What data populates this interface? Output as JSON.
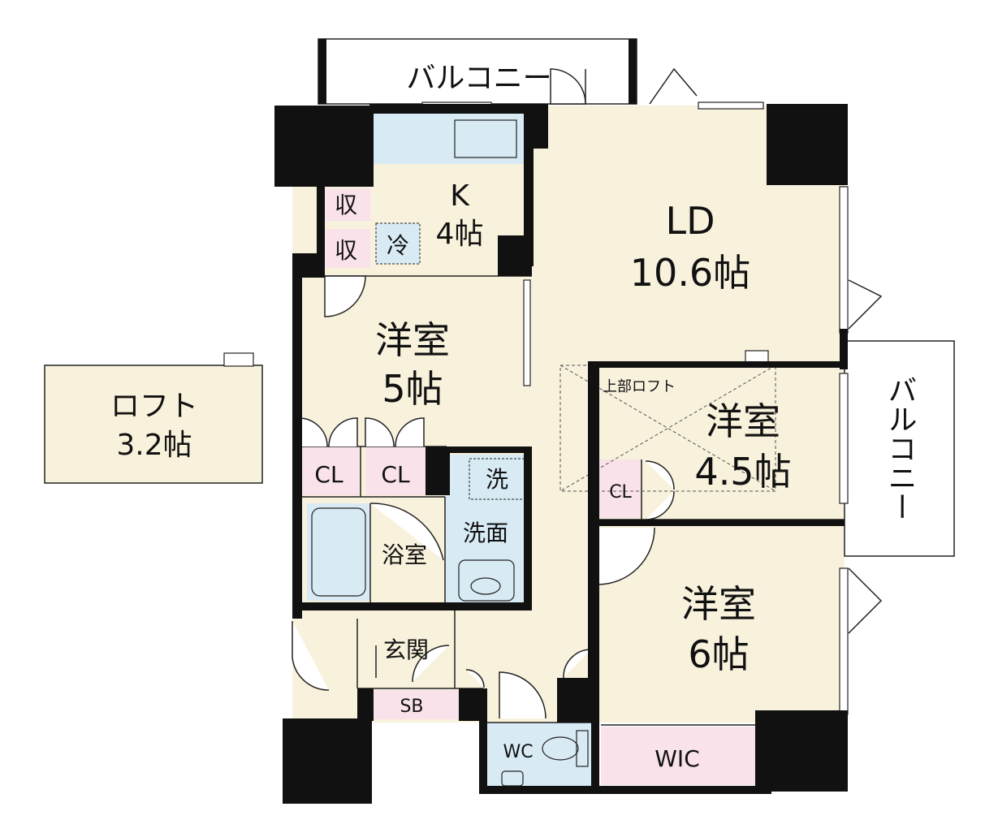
{
  "colors": {
    "floor": "#f8f1dc",
    "wet": "#d8eaf4",
    "storage": "#f9e2ea",
    "wall": "#111111"
  },
  "rooms": {
    "balcony_top": "バルコニー",
    "balcony_right": "バルコニー",
    "kitchen_name": "K",
    "kitchen_size": "4帖",
    "ld_name": "LD",
    "ld_size": "10.6帖",
    "storage_1": "収",
    "storage_2": "収",
    "fridge": "冷",
    "western5_name": "洋室",
    "western5_size": "5帖",
    "cl_1": "CL",
    "cl_2": "CL",
    "cl_3": "CL",
    "laundry": "洗",
    "washroom": "洗面",
    "bathroom": "浴室",
    "entrance": "玄関",
    "shoebox": "SB",
    "wc": "WC",
    "upper_loft": "上部ロフト",
    "western45_name": "洋室",
    "western45_size": "4.5帖",
    "western6_name": "洋室",
    "western6_size": "6帖",
    "wic": "WIC",
    "loft_name": "ロフト",
    "loft_size": "3.2帖"
  }
}
